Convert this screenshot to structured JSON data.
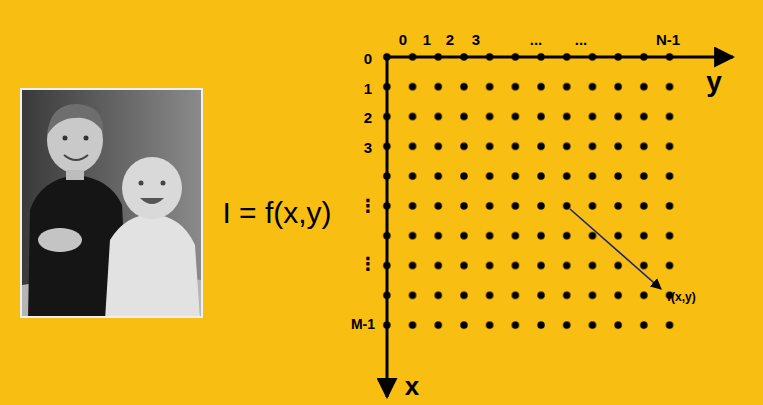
{
  "diagram": {
    "labels": [
      "I = f(x,y)",
      "0",
      "1",
      "2",
      "3",
      "...",
      "...",
      "N-1",
      "y",
      "0",
      "1",
      "2",
      "3",
      "⋮",
      "⋮",
      "M-1",
      "x",
      "f(x,y)"
    ]
  }
}
